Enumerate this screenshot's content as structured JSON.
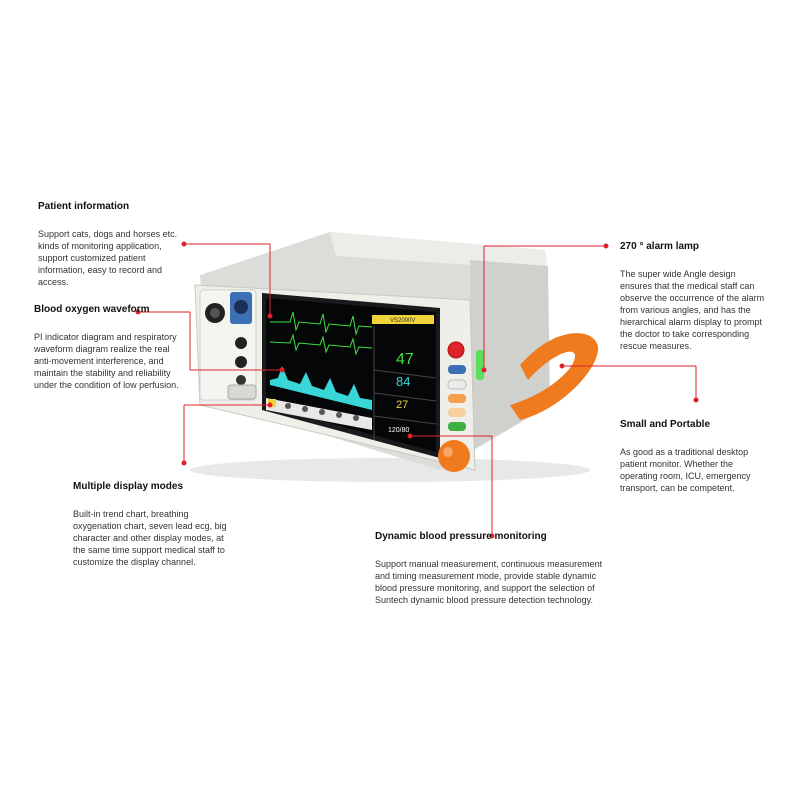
{
  "annotations": {
    "patient_info": {
      "title": "Patient information",
      "body": "Support cats, dogs and horses etc. kinds of monitoring application, support customized patient information, easy to record and access."
    },
    "blood_oxygen": {
      "title": "Blood oxygen waveform",
      "body": "PI indicator diagram and respiratory waveform diagram realize the real anti-movement interference, and maintain the stability and reliability under the condition of low perfusion."
    },
    "display_modes": {
      "title": "Multiple display modes",
      "body": "Built-in trend chart, breathing oxygenation chart, seven lead ecg, big character and other display modes, at the same time support medical staff to customize the display channel."
    },
    "alarm_lamp": {
      "title": "270 °  alarm lamp",
      "body": "The super wide Angle design ensures that the medical staff can observe the occurrence of the alarm from various angles, and has the hierarchical alarm display to prompt the doctor to take corresponding rescue measures."
    },
    "small_portable": {
      "title": "Small and Portable",
      "body": "As good as a traditional desktop patient monitor. Whether the operating room, ICU, emergency transport, can be competent."
    },
    "dynamic_bp": {
      "title": "Dynamic blood pressure monitoring",
      "body": "Support manual measurement, continuous measurement and timing measurement mode, provide stable dynamic blood pressure monitoring, and support the selection of Suntech dynamic blood pressure detection technology."
    }
  },
  "monitor": {
    "model": "VS2000V",
    "values": {
      "pr": "47",
      "spo2": "84",
      "resp": "27",
      "nibp": "120/80"
    }
  },
  "colors": {
    "accent_red": "#e0222a",
    "handle_orange": "#f07a1e",
    "screen_cyan": "#38d6d6",
    "value_green": "#40e040"
  }
}
